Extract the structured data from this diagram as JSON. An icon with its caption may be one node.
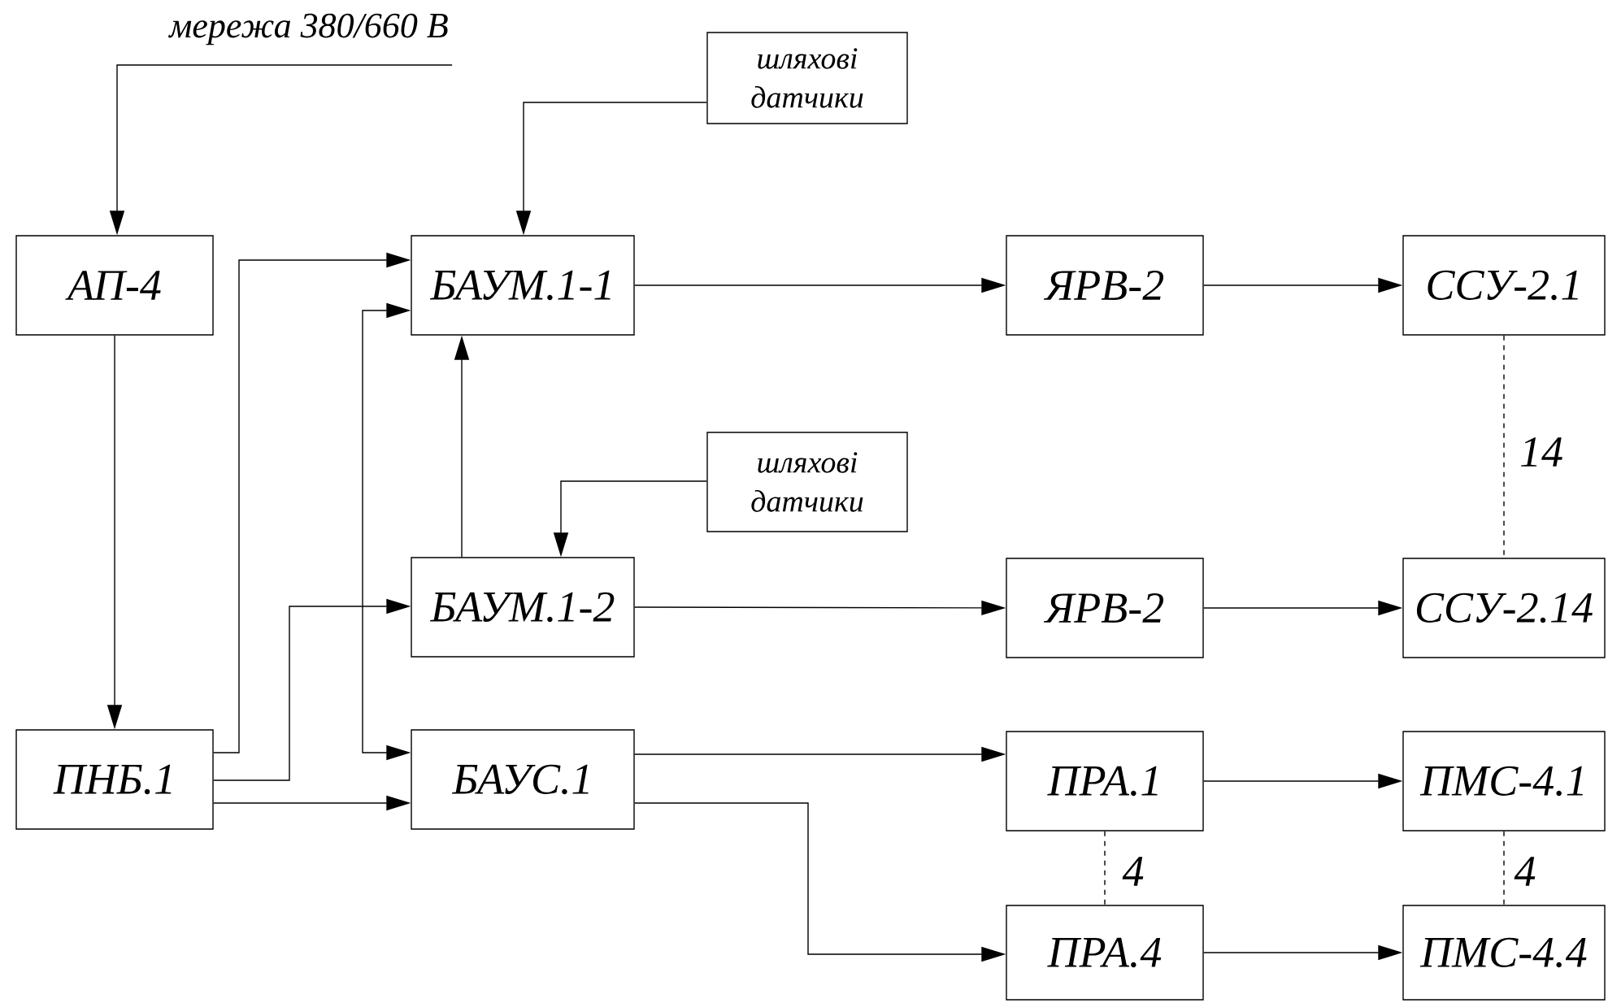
{
  "diagram": {
    "nodes": [
      {
        "text": [
          "мережа 380/660 В"
        ]
      },
      {
        "text": [
          "АП-4"
        ]
      },
      {
        "text": [
          "шляхові датчики"
        ]
      },
      {
        "text": [
          "БАУМ.1-1"
        ]
      },
      {
        "text": [
          "ЯРВ-2"
        ]
      },
      {
        "text": [
          "ССУ-2.1"
        ]
      },
      {
        "text": [
          "шляхові датчики"
        ]
      },
      {
        "text": [
          "БАУМ.1-2"
        ]
      },
      {
        "text": [
          "ЯРВ-2"
        ]
      },
      {
        "text": [
          "ССУ-2.14"
        ]
      },
      {
        "text": [
          "ПНБ.1"
        ]
      },
      {
        "text": [
          "БАУС.1"
        ]
      },
      {
        "text": [
          "ПРА.1"
        ]
      },
      {
        "text": [
          "ПМС-4.1"
        ]
      },
      {
        "text": [
          "ПРА.4"
        ]
      },
      {
        "text": [
          "ПМС-4.4"
        ]
      }
    ],
    "edges": [
      {
        "from": 0,
        "to": 1,
        "arrow": "to"
      },
      {
        "from": 2,
        "to": 3,
        "arrow": "to"
      },
      {
        "from": 1,
        "to": 10,
        "arrow": "to"
      },
      {
        "from": 10,
        "to": 3,
        "arrow": "to"
      },
      {
        "from": 10,
        "to": 7,
        "arrow": "to"
      },
      {
        "from": 10,
        "to": 11,
        "arrow": "to"
      },
      {
        "from": 11,
        "to": 3,
        "arrow": "both"
      },
      {
        "from": 7,
        "to": 3,
        "arrow": "to"
      },
      {
        "from": 6,
        "to": 7,
        "arrow": "to"
      },
      {
        "from": 3,
        "to": 4,
        "arrow": "to"
      },
      {
        "from": 4,
        "to": 5,
        "arrow": "to"
      },
      {
        "from": 7,
        "to": 8,
        "arrow": "to"
      },
      {
        "from": 8,
        "to": 9,
        "arrow": "to"
      },
      {
        "from": 5,
        "to": 9,
        "arrow": "none",
        "style": "dashed",
        "label": "14"
      },
      {
        "from": 11,
        "to": 12,
        "arrow": "to"
      },
      {
        "from": 11,
        "to": 14,
        "arrow": "to"
      },
      {
        "from": 12,
        "to": 14,
        "arrow": "none",
        "style": "dashed",
        "label": "4"
      },
      {
        "from": 12,
        "to": 13,
        "arrow": "to"
      },
      {
        "from": 14,
        "to": 15,
        "arrow": "to"
      },
      {
        "from": 13,
        "to": 15,
        "arrow": "none",
        "style": "dashed",
        "label": "4"
      }
    ]
  }
}
